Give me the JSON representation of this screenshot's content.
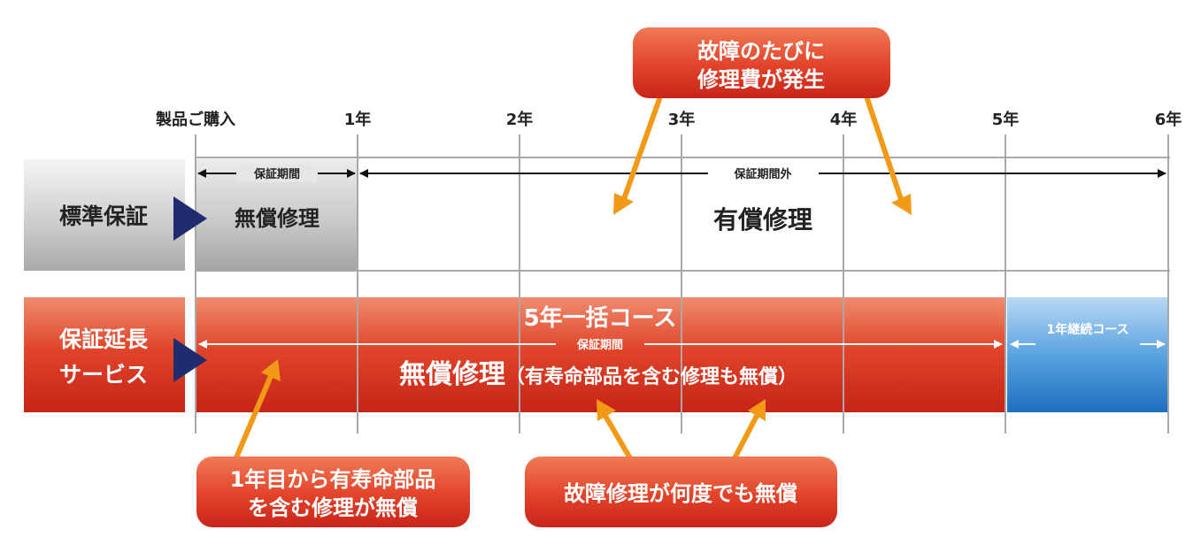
{
  "timeline": {
    "start_label": "製品ご購入",
    "ticks": [
      "1年",
      "2年",
      "3年",
      "4年",
      "5年",
      "6年"
    ]
  },
  "standard": {
    "row_label": "標準保証",
    "warranty_period_label": "保証期間",
    "free_repair_label": "無償修理",
    "out_of_warranty_label": "保証期間外",
    "paid_repair_label": "有償修理"
  },
  "extended": {
    "row_label_line1": "保証延長",
    "row_label_line2": "サービス",
    "course_title": "5年一括コース",
    "warranty_period_label": "保証期間",
    "free_repair_main": "無償修理",
    "free_repair_note": "（有寿命部品を含む修理も無償）",
    "renewal_label": "1年継続コース"
  },
  "callouts": {
    "top_line1": "故障のたびに",
    "top_line2": "修理費が発生",
    "bottom_left_line1": "1年目から有寿命部品",
    "bottom_left_line2": "を含む修理が無償",
    "bottom_right": "故障修理が何度でも無償"
  },
  "colors": {
    "red_callout": "#e0452a",
    "extended_bar": "#d83a28",
    "renewal_bar": "#3b8fd6",
    "standard_row": "#b9b9b9",
    "arrow_orange": "#f29a17",
    "triangle_navy": "#1f2d6e"
  }
}
